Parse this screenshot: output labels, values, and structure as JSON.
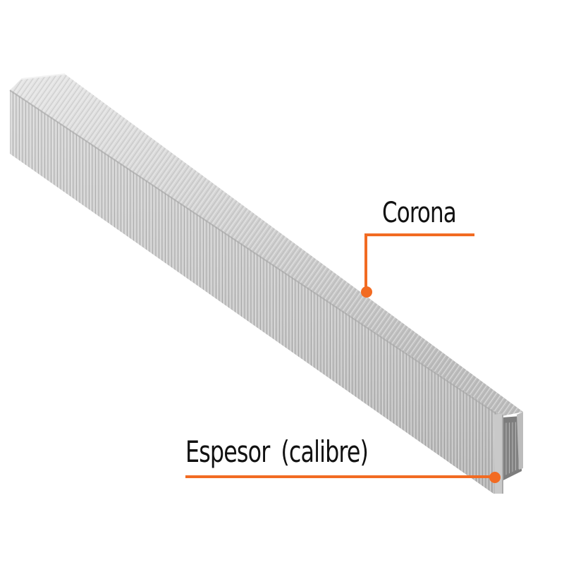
{
  "product": {
    "name": "staple-strip",
    "material_color": "#c4c4c4"
  },
  "callouts": {
    "corona": {
      "label": "Corona",
      "color": "#f26b22"
    },
    "espesor": {
      "label": "Espesor  (calibre)",
      "color": "#f26b22"
    }
  },
  "colors": {
    "background": "#ffffff",
    "accent": "#f26b22",
    "text": "#111111"
  }
}
